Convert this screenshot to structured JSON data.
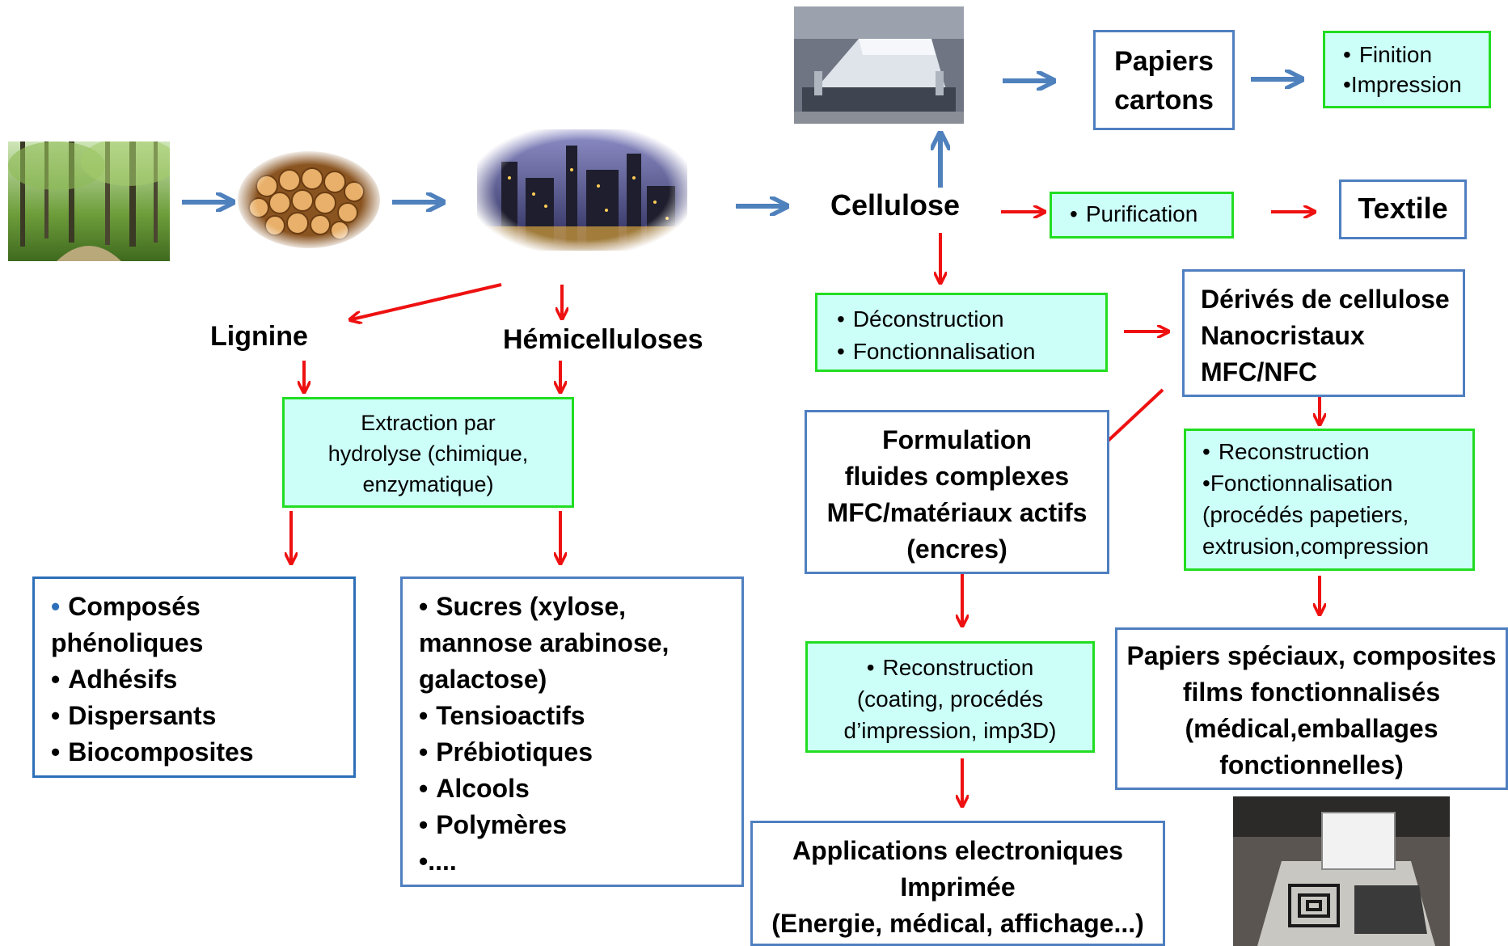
{
  "labels": {
    "cellulose": "Cellulose",
    "lignine": "Lignine",
    "hemicelluloses": "Hémicelluloses"
  },
  "papiers_cartons": [
    "Papiers",
    "cartons"
  ],
  "finition": [
    "Finition",
    "Impression"
  ],
  "purification": "Purification",
  "textile": "Textile",
  "deconstruction": [
    "Déconstruction",
    "Fonctionnalisation"
  ],
  "derives": [
    "Dérivés de cellulose",
    "Nanocristaux",
    "MFC/NFC"
  ],
  "extraction": [
    "Extraction par",
    "hydrolyse (chimique,",
    "enzymatique)"
  ],
  "formulation": [
    "Formulation",
    "fluides complexes",
    "MFC/matériaux actifs",
    "(encres)"
  ],
  "reconstruction_right": {
    "items": [
      "Reconstruction",
      "Fonctionnalisation"
    ],
    "extra": [
      "(procédés papetiers,",
      "extrusion,compression"
    ]
  },
  "reconstruction_mid": {
    "item": "Reconstruction",
    "extra": [
      "(coating, procédés",
      "d’impression, imp3D)"
    ]
  },
  "lignine_products": [
    "Composés",
    "phénoliques",
    "Adhésifs",
    "Dispersants",
    "Biocomposites"
  ],
  "hemi_products": {
    "first": [
      "Sucres (xylose,",
      "mannose arabinose,",
      "galactose)"
    ],
    "rest": [
      "Tensioactifs",
      "Prébiotiques",
      "Alcools",
      "Polymères",
      "...."
    ]
  },
  "applications": [
    "Applications electroniques",
    "Imprimée",
    "(Energie, médical, affichage...)"
  ],
  "papiers_speciaux": [
    "Papiers spéciaux, composites",
    "films fonctionnalisés",
    "(médical,emballages",
    "fonctionnelles)"
  ],
  "colors": {
    "blue_arrow": "#4f81bd",
    "red_arrow": "#ee1111",
    "green_border": "#22dd22",
    "green_fill": "#ccfff8",
    "box_border": "#4f7fc0"
  },
  "images": [
    "forest-photo",
    "log-pile-photo",
    "refinery-photo",
    "paper-machine-photo",
    "printer-photo"
  ]
}
